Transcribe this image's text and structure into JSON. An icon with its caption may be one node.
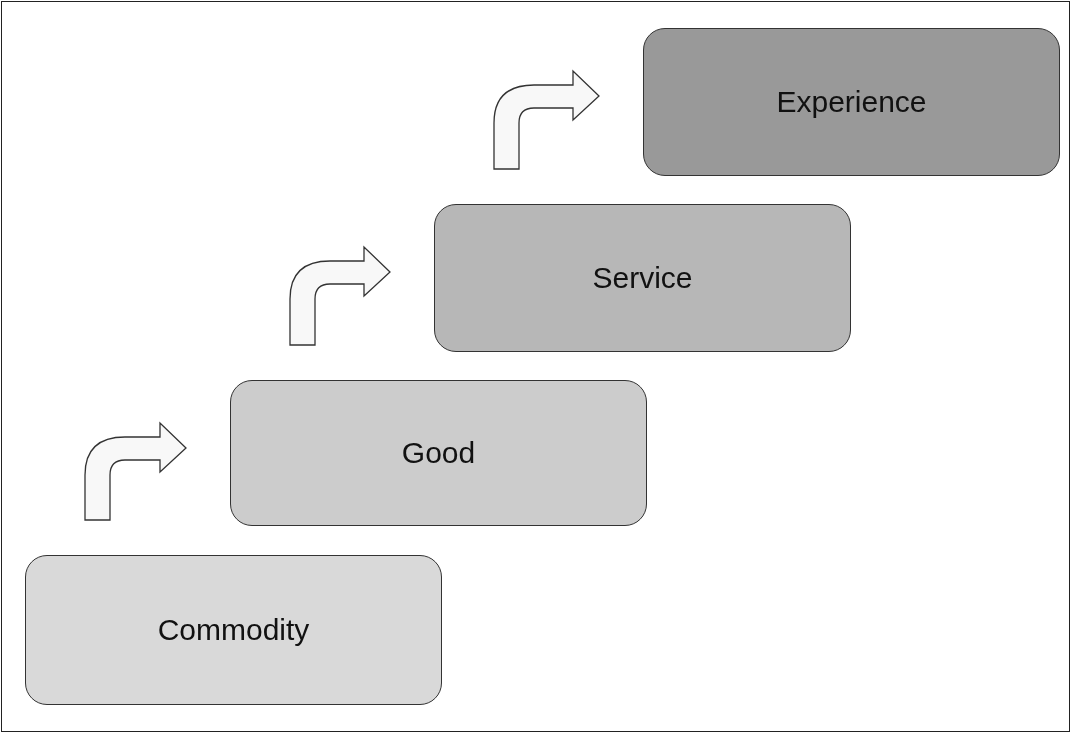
{
  "diagram": {
    "nodes": [
      {
        "text": [
          "Commodity"
        ]
      },
      {
        "text": [
          "Good"
        ]
      },
      {
        "text": [
          "Service"
        ]
      },
      {
        "text": [
          "Experience"
        ]
      }
    ],
    "edges": [
      {
        "from": 0,
        "to": 1,
        "arrow": "to"
      },
      {
        "from": 1,
        "to": 2,
        "arrow": "to"
      },
      {
        "from": 2,
        "to": 3,
        "arrow": "to"
      }
    ]
  }
}
